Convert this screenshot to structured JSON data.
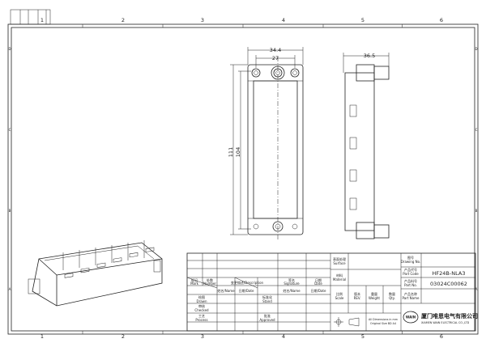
{
  "frame": {
    "columns": [
      "1",
      "2",
      "3",
      "4",
      "5",
      "6"
    ],
    "rows": [
      "D",
      "C",
      "B",
      "A"
    ]
  },
  "front_view": {
    "dim_width_outer": "34.4",
    "dim_width_holes": "27",
    "dim_height_outer": "111",
    "dim_height_inner": "104"
  },
  "side_view": {
    "dim_depth": "36.5"
  },
  "title_block": {
    "mark": "标记\nMark",
    "mark_cn": "标记",
    "mark_en": "Mark",
    "number_cn": "处数",
    "number_en": "Number",
    "description": "变更描述/Description",
    "signature_cn": "签名",
    "signature_en": "Signature",
    "date_cn": "日期",
    "date_en": "Date",
    "name1": "姓名/Name",
    "date1": "日期/Date",
    "name2": "姓名/Name",
    "date2": "日期/Date",
    "drawn_cn": "绘图",
    "drawn_en": "Drawn",
    "checked_cn": "审核",
    "checked_en": "Checked",
    "process_cn": "工艺",
    "process_en": "Process",
    "stand_cn": "标准化",
    "stand_en": "Stand",
    "approved_cn": "批准",
    "approved_en": "Approved",
    "surface_cn": "表面处理",
    "surface_en": "Surface",
    "material_cn": "材料",
    "material_en": "Material",
    "scale_cn": "比例",
    "scale_en": "Scale",
    "rev_cn": "版本",
    "rev_en": "REV.",
    "weight_cn": "重量",
    "weight_en": "Weight",
    "qty_cn": "数量",
    "qty_en": "Qty.",
    "dimensions_note1": "All Dimensions in mm",
    "dimensions_note2": "Original Size BD A4",
    "drawing_no_cn": "图号",
    "drawing_no_en": "Drawing No.",
    "part_code_cn": "产品代号",
    "part_code_en": "Part Code",
    "part_code": "HF24B-NLA3",
    "part_no_cn": "产品料号",
    "part_no_en": "Part No.",
    "part_no": "03024C00062",
    "part_name_cn": "产品名称",
    "part_name_en": "Part Name",
    "company_cn": "厦门唯恩电气有限公司",
    "company_en": "XIAMEN WAIN ELECTRICAL CO.,LTD",
    "logo_text": "WAIN"
  }
}
